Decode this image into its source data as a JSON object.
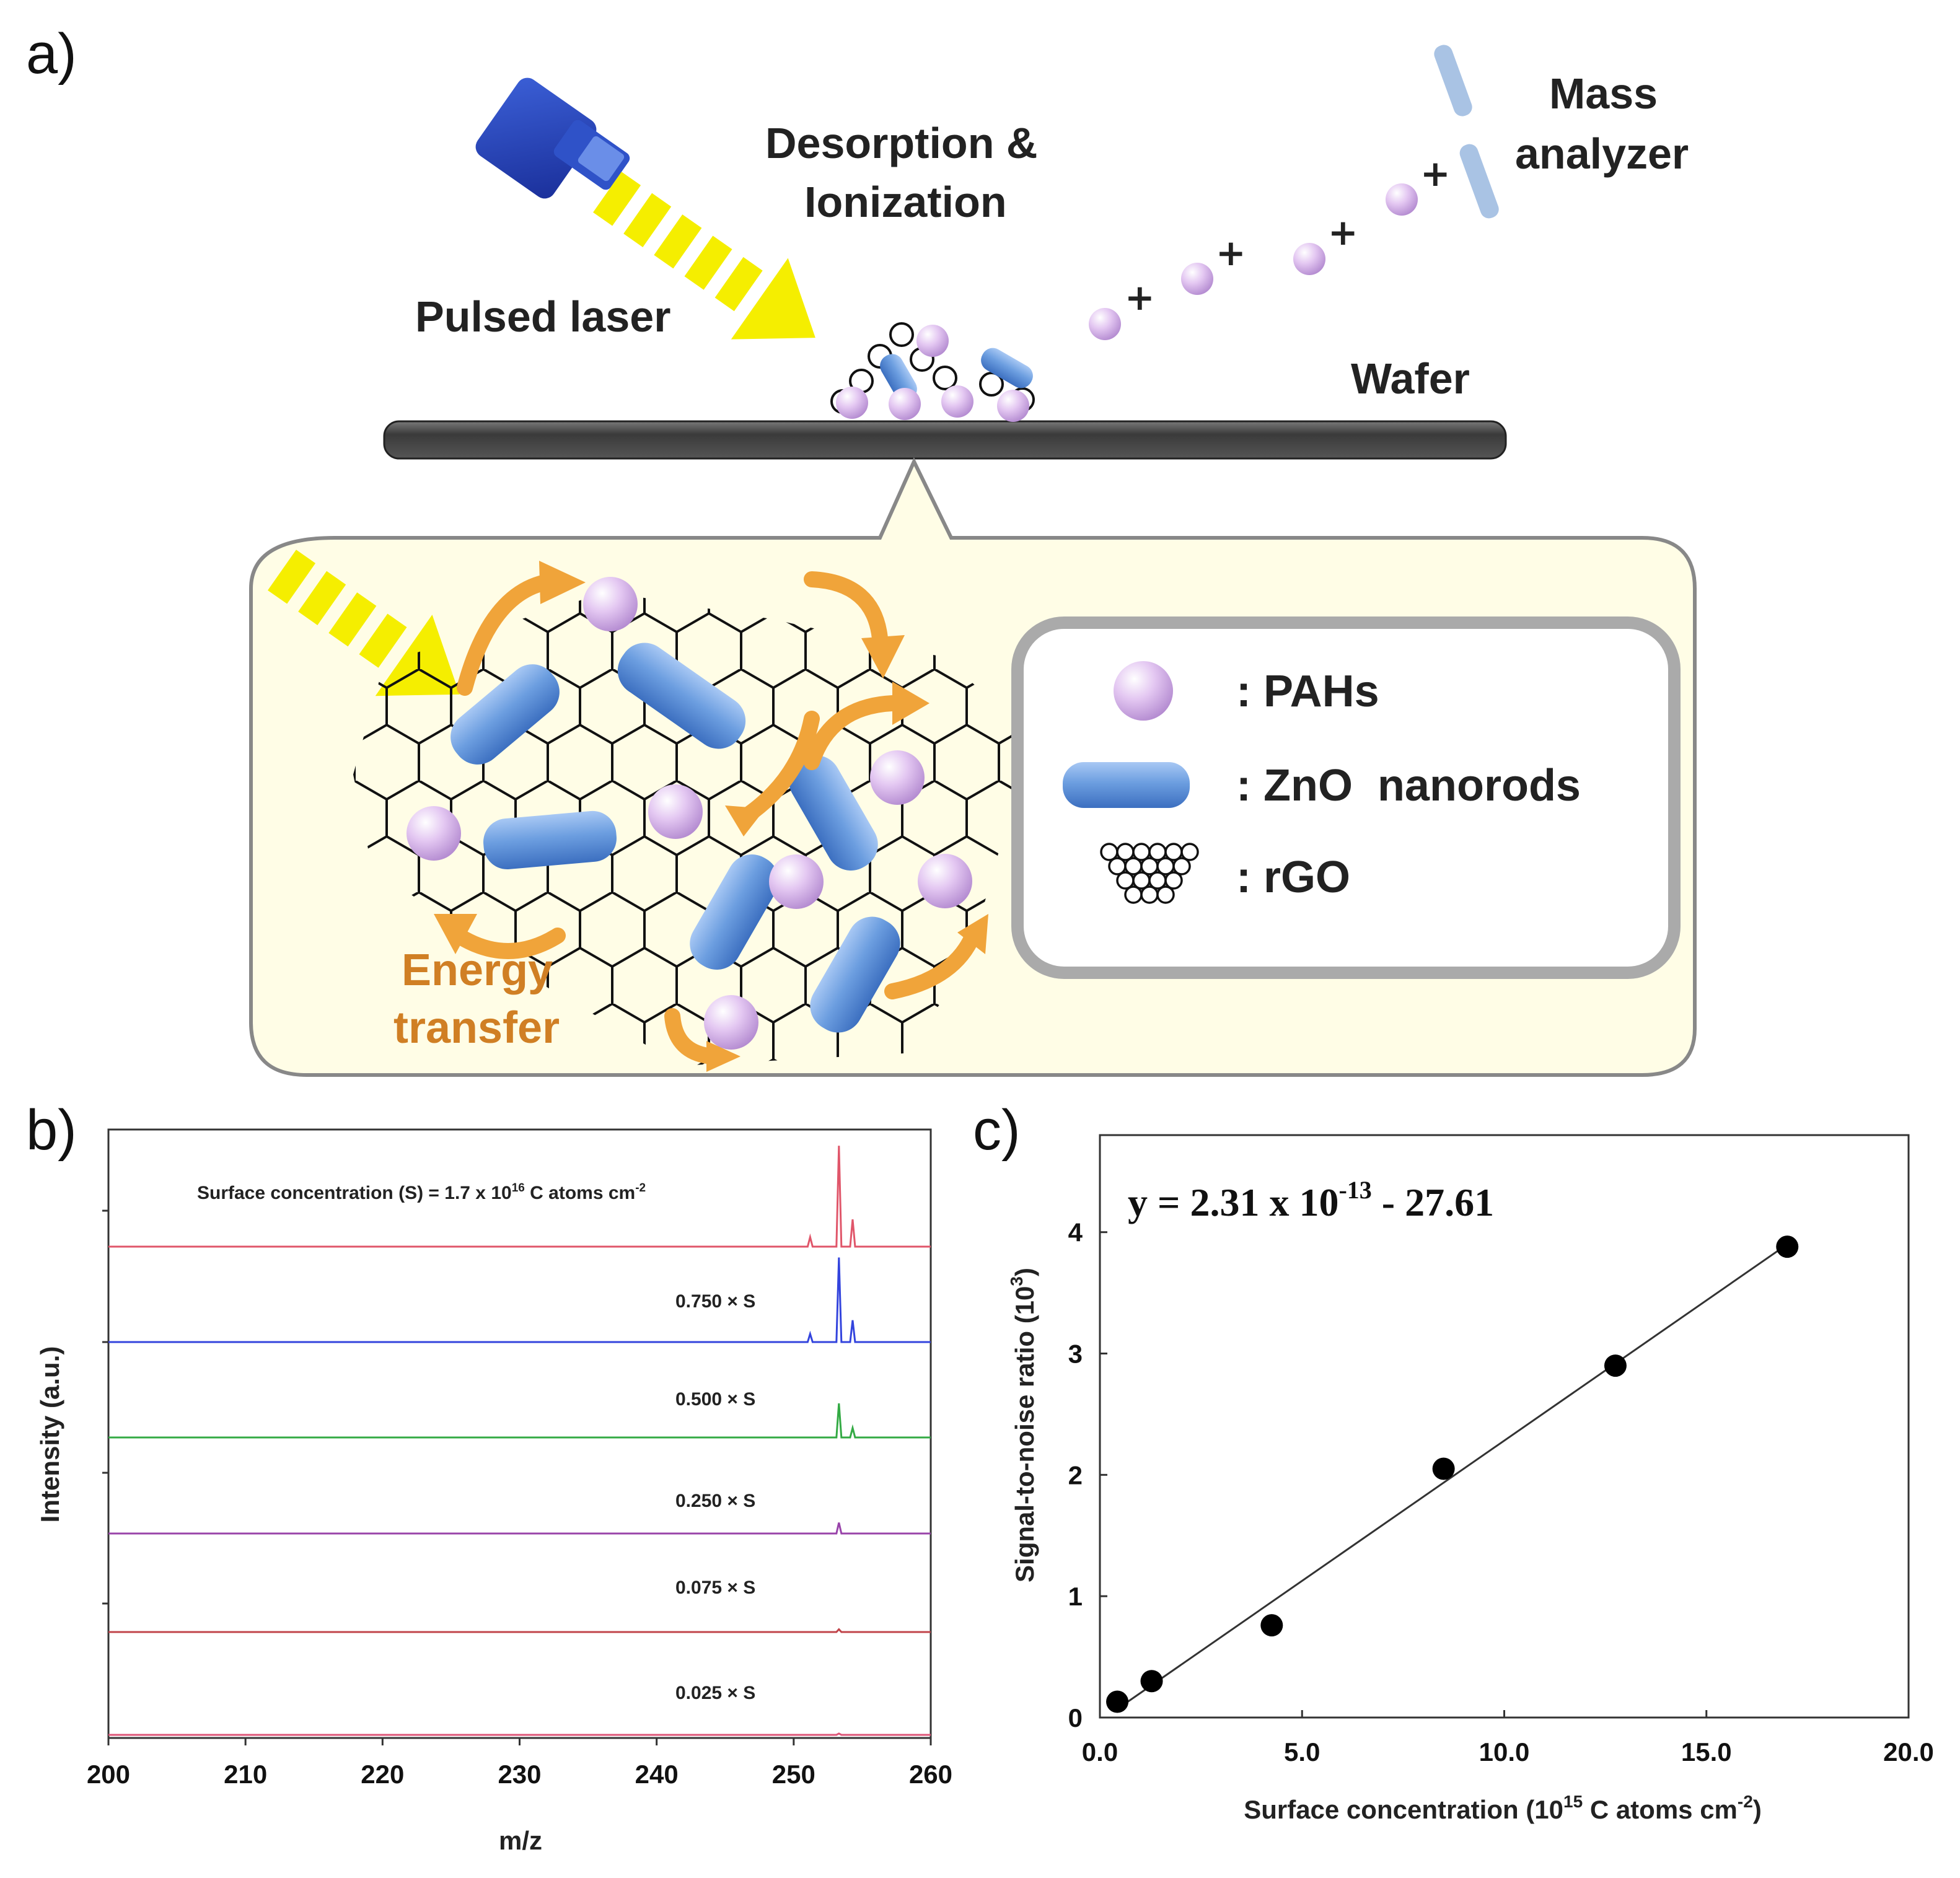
{
  "panel_a": {
    "label": "a)",
    "pulsed_laser": "Pulsed laser",
    "desorption_line1": "Desorption &",
    "desorption_line2": "Ionization",
    "mass_line1": "Mass",
    "mass_line2": "analyzer",
    "wafer": "Wafer",
    "energy_line1": "Energy",
    "energy_line2": "transfer",
    "ion_charge": "+",
    "legend": [
      {
        "icon": "pah-sphere-icon",
        "text": ": PAHs"
      },
      {
        "icon": "zno-nanorod-icon",
        "text": ": ZnO  nanorods"
      },
      {
        "icon": "rgo-icon",
        "text": ": rGO"
      }
    ],
    "colors": {
      "laser_beam": "#f5ee00",
      "pah": "#d8b4ec",
      "nanorod": "#5b8fd6",
      "arrow": "#f0a43a",
      "callout_bg": "#fffde6",
      "energy_text": "#d07f24"
    }
  },
  "panel_b": {
    "label": "b)",
    "chart_data": {
      "type": "line",
      "xlabel": "m/z",
      "ylabel": "Intensity (a.u.)",
      "xlim": [
        200,
        260
      ],
      "xticks": [
        200,
        210,
        220,
        230,
        240,
        250,
        260
      ],
      "series": [
        {
          "name": "Surface concentration (S) = 1.7 x 10",
          "name_sup": "16",
          "name_tail": " C atoms cm",
          "name_sup2": "-2",
          "color": "#e0566a",
          "peaks": [
            [
              251.2,
              0.07
            ],
            [
              253.3,
              0.74
            ],
            [
              254.3,
              0.2
            ]
          ]
        },
        {
          "name": "0.750 × S",
          "color": "#3344dd",
          "peaks": [
            [
              251.2,
              0.06
            ],
            [
              253.3,
              0.62
            ],
            [
              254.3,
              0.16
            ]
          ]
        },
        {
          "name": "0.500 × S",
          "color": "#33aa44",
          "peaks": [
            [
              253.3,
              0.25
            ],
            [
              254.3,
              0.07
            ]
          ]
        },
        {
          "name": "0.250 × S",
          "color": "#9944aa",
          "peaks": [
            [
              253.3,
              0.08
            ]
          ]
        },
        {
          "name": "0.075 × S",
          "color": "#c0444a",
          "peaks": [
            [
              253.3,
              0.02
            ]
          ]
        },
        {
          "name": "0.025 × S",
          "color": "#dd5577",
          "peaks": [
            [
              253.3,
              0.01
            ]
          ]
        }
      ]
    }
  },
  "panel_c": {
    "label": "c)",
    "chart_data": {
      "type": "scatter",
      "equation": "y = 2.31 x 10",
      "equation_sup": "-13",
      "equation_tail": " - 27.61",
      "xlabel": "Surface concentration (10",
      "xlabel_sup": "15",
      "xlabel_mid": " C atoms cm",
      "xlabel_sup2": "-2",
      "xlabel_end": ")",
      "ylabel": "Signal-to-noise ratio (10",
      "ylabel_sup": "3",
      "ylabel_end": ")",
      "xlim": [
        0,
        20
      ],
      "ylim": [
        0,
        4.8
      ],
      "xticks": [
        "0.0",
        "5.0",
        "10.0",
        "15.0",
        "20.0"
      ],
      "yticks": [
        "0",
        "1",
        "2",
        "3",
        "4"
      ],
      "x": [
        0.43,
        1.28,
        4.25,
        8.5,
        12.75,
        17.0
      ],
      "y": [
        0.13,
        0.3,
        0.76,
        2.05,
        2.9,
        3.88
      ],
      "fit_line": {
        "x": [
          0.43,
          17.0
        ],
        "y": [
          0.07,
          3.9
        ]
      }
    }
  }
}
